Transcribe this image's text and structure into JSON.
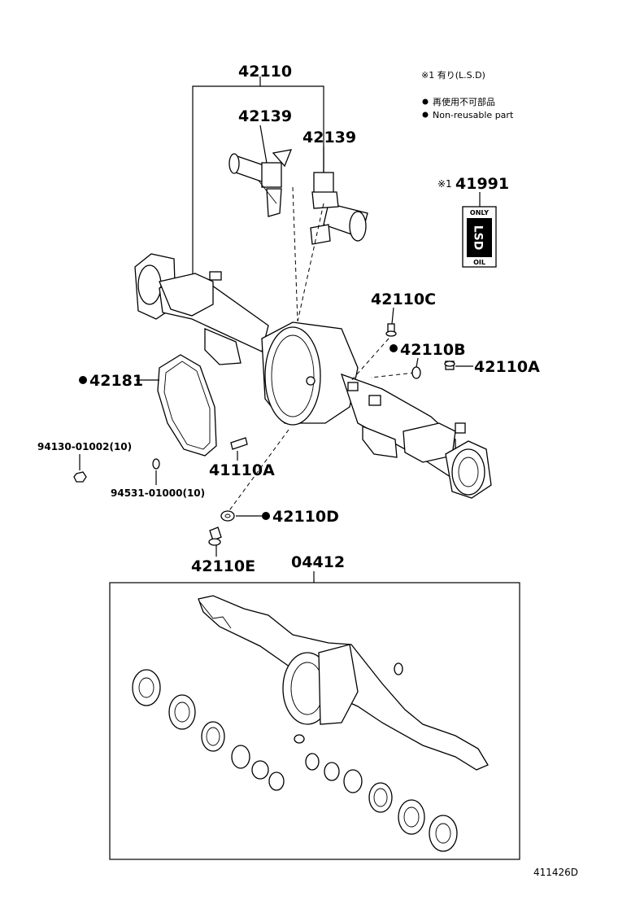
{
  "labels": {
    "p42110": "42110",
    "p42139_left": "42139",
    "p42139_right": "42139",
    "p42110C": "42110C",
    "p42110B": "42110B",
    "p42110A": "42110A",
    "p42181": "42181",
    "p94130": "94130-01002(10)",
    "p94531": "94531-01000(10)",
    "p41110A": "41110A",
    "p42110D": "42110D",
    "p42110E": "42110E",
    "p04412": "04412",
    "p41991_mark": "※1",
    "p41991": "41991",
    "diagram_code": "411426D"
  },
  "legend": {
    "lsd_note": "※1 有り(L.S.D)",
    "nonreusable_jp": "再使用不可部品",
    "nonreusable_en": "Non-reusable part"
  },
  "lsd_label": {
    "top": "ONLY",
    "main": "LSD",
    "bottom": "OIL"
  }
}
